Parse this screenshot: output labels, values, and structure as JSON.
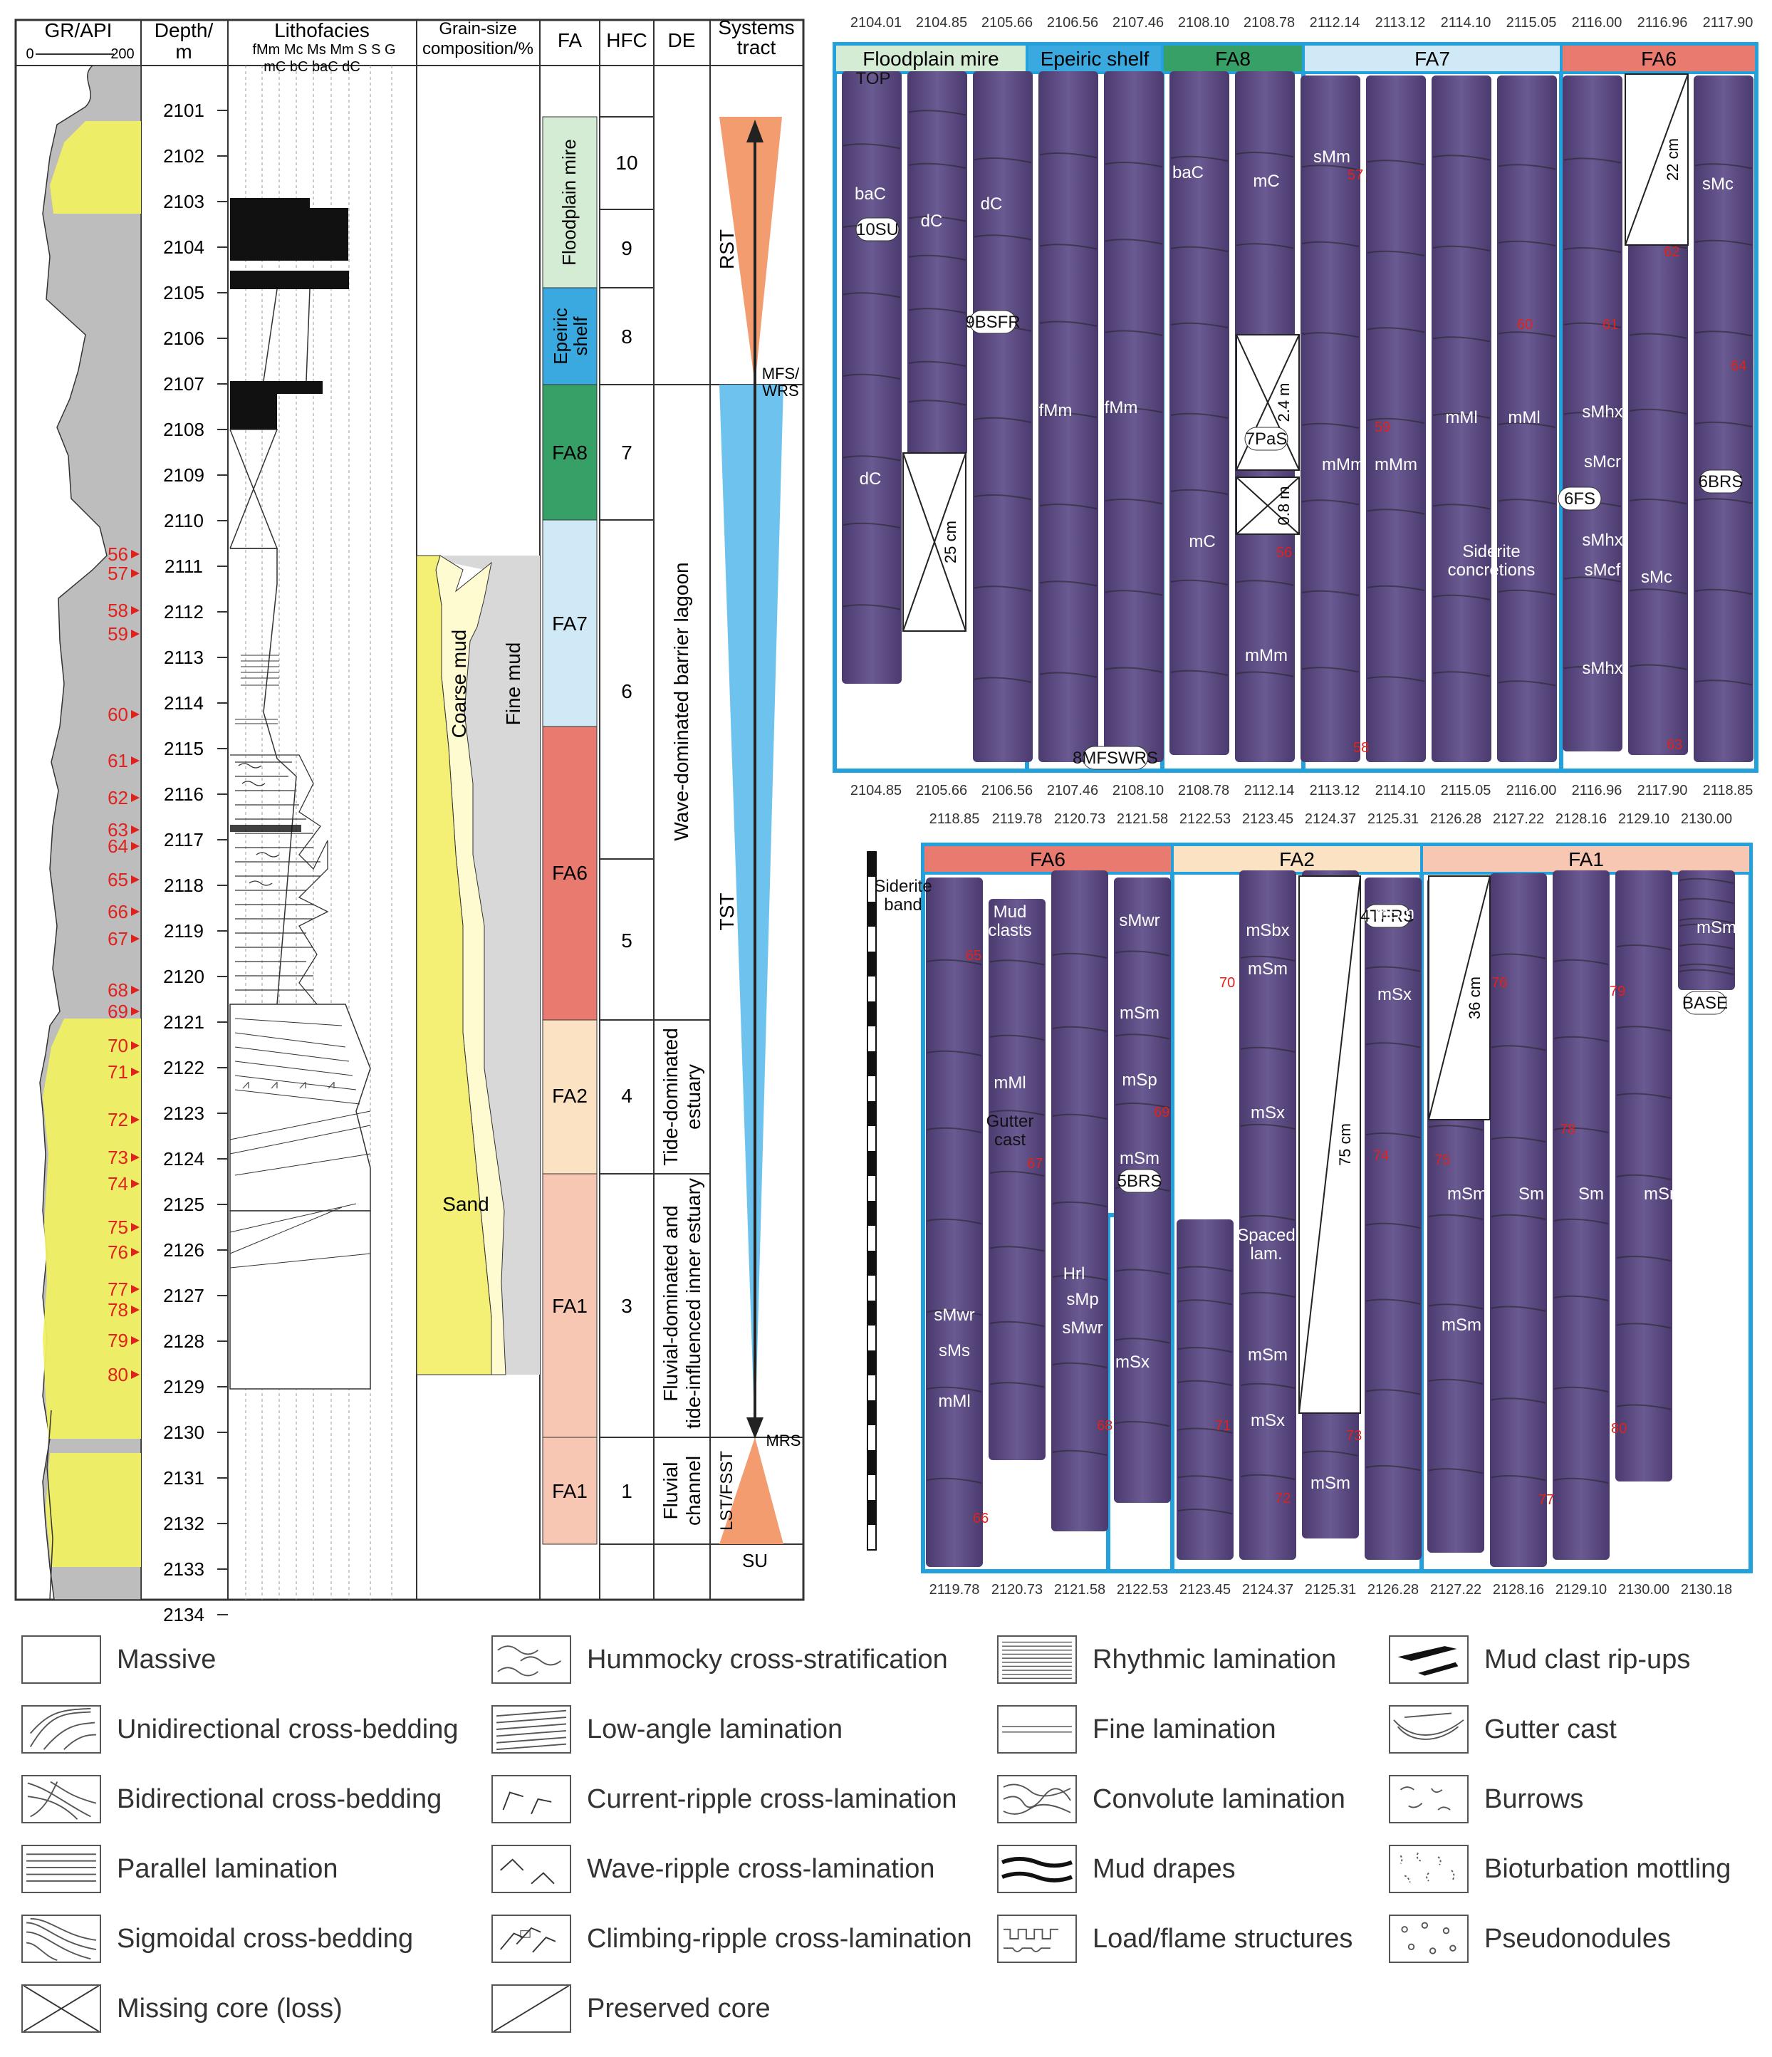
{
  "log": {
    "headers": {
      "gr": "GR/API",
      "gr_min": "0",
      "gr_max": "200",
      "depth": "Depth/\nm",
      "litho": "Lithofacies",
      "litho_codes_top": "fMm Mc Ms Mm S  S   G",
      "litho_codes_bottom": "mC bC baC dC",
      "grain": "Grain-size\ncomposition/%",
      "fa": "FA",
      "hfc": "HFC",
      "de": "DE",
      "st": "Systems\ntract"
    },
    "depth_ticks": [
      "2101",
      "2102",
      "2103",
      "2104",
      "2105",
      "2106",
      "2107",
      "2108",
      "2109",
      "2110",
      "2111",
      "2112",
      "2113",
      "2114",
      "2115",
      "2116",
      "2117",
      "2118",
      "2119",
      "2120",
      "2121",
      "2122",
      "2123",
      "2124",
      "2125",
      "2126",
      "2127",
      "2128",
      "2129",
      "2130",
      "2131",
      "2132",
      "2133",
      "2134"
    ],
    "sample_markers": [
      "56",
      "57",
      "58",
      "59",
      "60",
      "61",
      "62",
      "63",
      "64",
      "65",
      "66",
      "67",
      "68",
      "69",
      "70",
      "71",
      "72",
      "73",
      "74",
      "75",
      "76",
      "77",
      "78",
      "79",
      "80"
    ],
    "grain_labels": {
      "coarse": "Coarse mud",
      "fine": "Fine mud",
      "sand": "Sand"
    },
    "fa_units": [
      "Floodplain mire",
      "Epeiric shelf",
      "FA8",
      "FA7",
      "FA6",
      "FA2",
      "FA1",
      "FA1"
    ],
    "hfc": [
      "10",
      "9",
      "8",
      "7",
      "6",
      "5",
      "4",
      "3",
      "1"
    ],
    "de": [
      "Wave-dominated barrier lagoon",
      "Tide-dominated estuary",
      "Fluvial-dominated and tide-influenced inner estuary",
      "Fluvial channel"
    ],
    "systems_tracts": {
      "rst": "RST",
      "tst": "TST",
      "lst": "LST/FSST",
      "mfs": "MFS/\nWRS",
      "mrs": "MRS",
      "su": "SU"
    }
  },
  "cores_top": {
    "depths_top": [
      "2104.01",
      "2104.85",
      "2105.66",
      "2106.56",
      "2107.46",
      "2108.10",
      "2108.78",
      "2112.14",
      "2113.12",
      "2114.10",
      "2115.05",
      "2116.00",
      "2116.96",
      "2117.90"
    ],
    "depths_bottom": [
      "2104.85",
      "2105.66",
      "2106.56",
      "2107.46",
      "2108.10",
      "2108.78",
      "2112.14",
      "2113.12",
      "2114.10",
      "2115.05",
      "2116.00",
      "2116.96",
      "2117.90",
      "2118.85"
    ],
    "units": [
      "Floodplain mire",
      "Epeiric shelf",
      "FA8",
      "FA7",
      "FA6"
    ],
    "labels": [
      "TOP",
      "baC",
      "10SU",
      "dC",
      "dC",
      "dC",
      "9BSFR",
      "fMm",
      "fMm",
      "8MFSWRS",
      "baC",
      "mC",
      "7PaS",
      "mC",
      "mMm",
      "sMm",
      "mMm",
      "mMm",
      "mMl",
      "mMl",
      "6FS",
      "Siderite\nconcretions",
      "sMhx",
      "sMcr",
      "sMhx",
      "sMcf",
      "sMhx",
      "sMc",
      "sMc",
      "6BRS"
    ],
    "missing": [
      "25 cm",
      "2.4 m",
      "0.8 m",
      "22 cm"
    ],
    "samples": [
      "56",
      "57",
      "58",
      "59",
      "60",
      "61",
      "62",
      "63",
      "64"
    ]
  },
  "cores_bottom": {
    "depths_top": [
      "2118.85",
      "2119.78",
      "2120.73",
      "2121.58",
      "2122.53",
      "2123.45",
      "2124.37",
      "2125.31",
      "2126.28",
      "2127.22",
      "2128.16",
      "2129.10",
      "2130.00"
    ],
    "depths_bottom": [
      "2119.78",
      "2120.73",
      "2121.58",
      "2122.53",
      "2123.45",
      "2124.37",
      "2125.31",
      "2126.28",
      "2127.22",
      "2128.16",
      "2129.10",
      "2130.00",
      "2130.18"
    ],
    "units": [
      "FA6",
      "FA2",
      "FA1"
    ],
    "labels": [
      "Siderite\nband",
      "Mud\nclasts",
      "Gutter\ncast",
      "mMl",
      "sMwr",
      "mSm",
      "mSp",
      "mSm",
      "5BRS",
      "Hrl",
      "sMp",
      "sMwr",
      "sMwr",
      "sMs",
      "mMl",
      "mSx",
      "mSx",
      "mSx",
      "mSbx",
      "mSm",
      "Spaced\nlam.",
      "mSm",
      "mSx",
      "mSm",
      "4TFRS",
      "mSx",
      "mSm",
      "mSm",
      "mSm",
      "Sm",
      "Sm",
      "mSm",
      "mSm",
      "BASE"
    ],
    "missing": [
      "75 cm",
      "36 cm"
    ],
    "samples": [
      "65",
      "66",
      "67",
      "68",
      "69",
      "70",
      "71",
      "72",
      "73",
      "74",
      "75",
      "76",
      "77",
      "78",
      "79",
      "80"
    ]
  },
  "legend": [
    "Massive",
    "Unidirectional cross-bedding",
    "Bidirectional cross-bedding",
    "Parallel lamination",
    "Sigmoidal cross-bedding",
    "Missing core (loss)",
    "Hummocky cross-stratification",
    "Low-angle lamination",
    "Current-ripple cross-lamination",
    "Wave-ripple cross-lamination",
    "Climbing-ripple cross-lamination",
    "Preserved core",
    "Rhythmic lamination",
    "Fine lamination",
    "Convolute lamination",
    "Mud drapes",
    "Load/flame structures",
    "Mud clast rip-ups",
    "Gutter cast",
    "Burrows",
    "Bioturbation mottling",
    "Pseudonodules"
  ],
  "colors": {
    "floodplain": "#d3ecd3",
    "epeiric": "#3aa9e0",
    "fa8": "#36a067",
    "fa7": "#cfe9f7",
    "fa6": "#e97a70",
    "fa2": "#fbe2c3",
    "fa1": "#f8c7b4",
    "gr_fill": "#f0ef62",
    "core": "#57457e",
    "box": "#22a1dc",
    "rst": "#f39c70",
    "tst": "#6dc3ee"
  }
}
